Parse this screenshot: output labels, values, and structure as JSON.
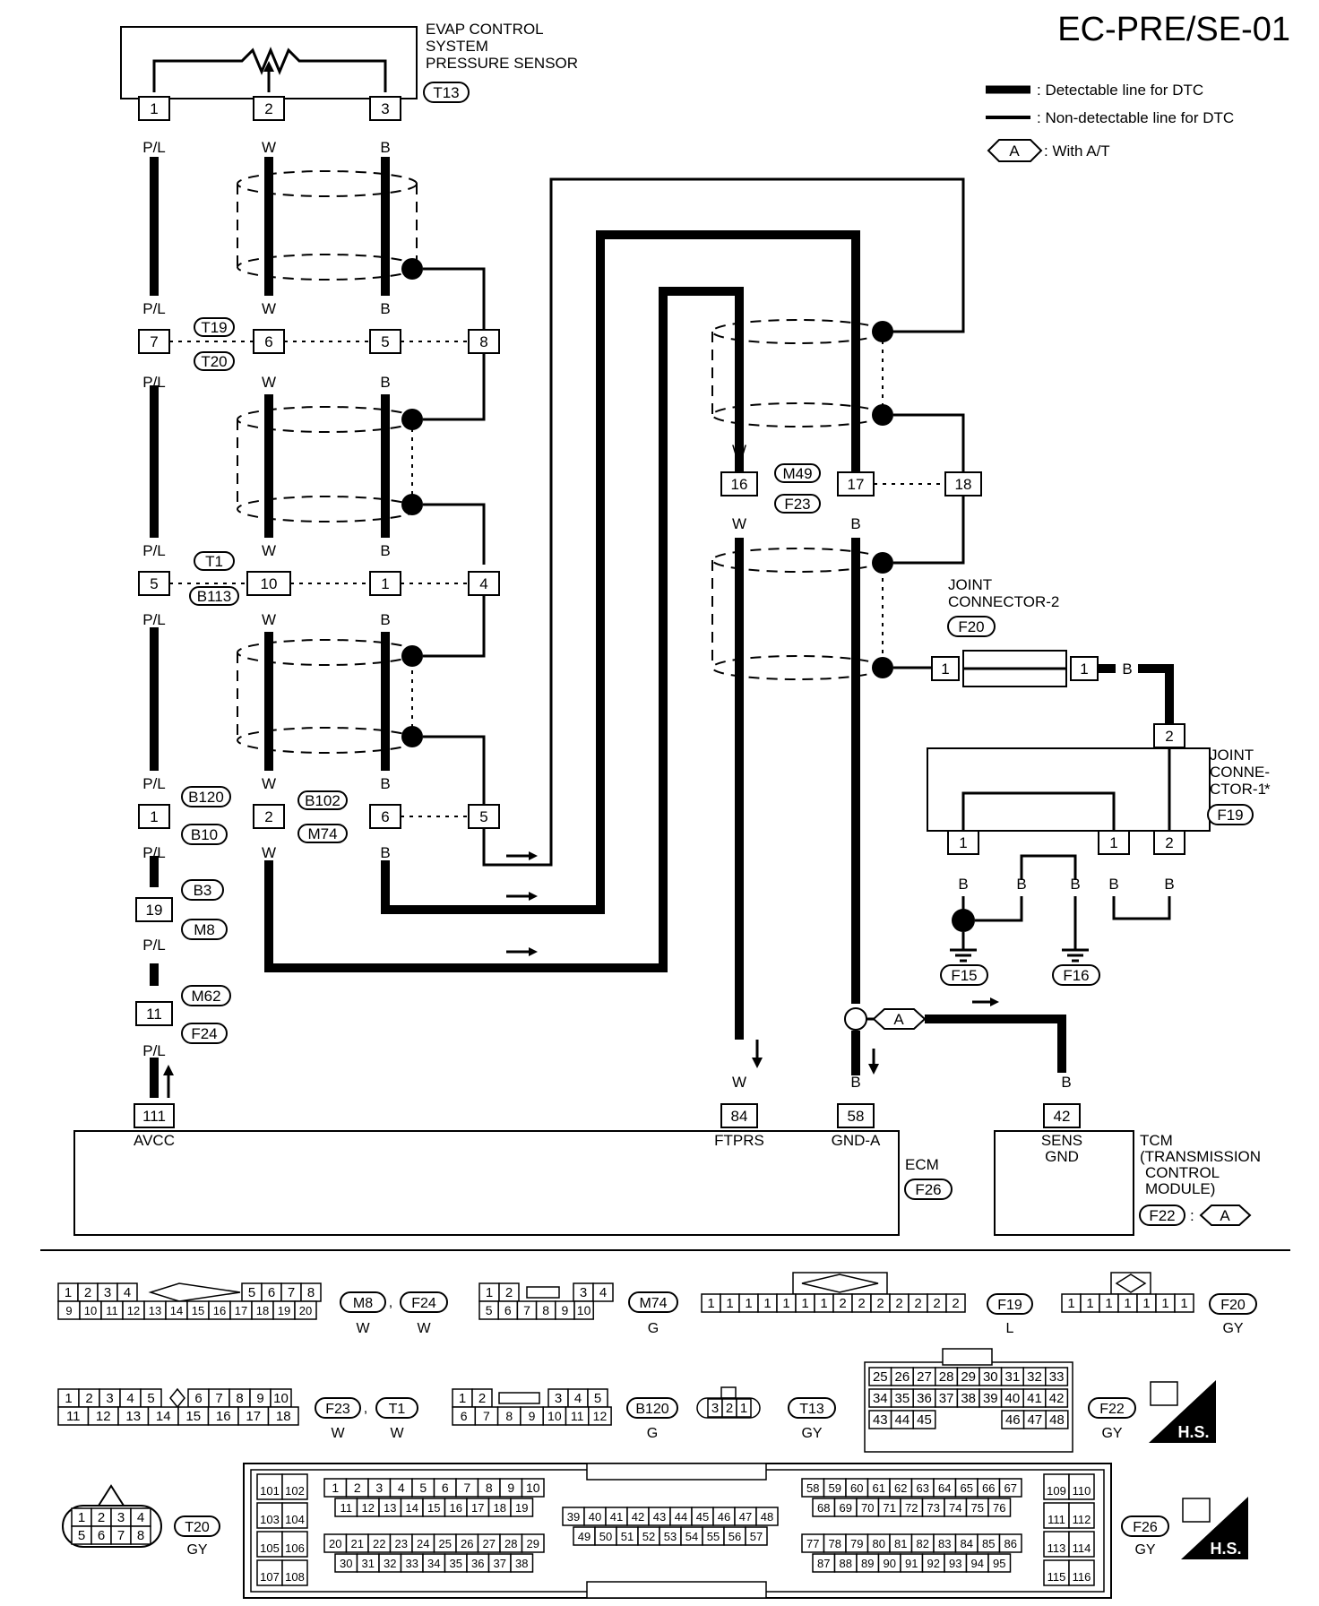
{
  "title": "EC-PRE/SE-01",
  "legend": {
    "detectable": ": Detectable line for DTC",
    "non_detectable": ": Non-detectable line for DTC",
    "with_at_symbol": "A",
    "with_at": ": With A/T"
  },
  "evap_sensor": {
    "name_line1": "EVAP CONTROL",
    "name_line2": "SYSTEM",
    "name_line3": "PRESSURE SENSOR",
    "connector": "T13",
    "pins": [
      "1",
      "2",
      "3"
    ]
  },
  "wire_colors": {
    "pl": "P/L",
    "w": "W",
    "b": "B"
  },
  "connectors": {
    "t19": "T19",
    "t20": "T20",
    "t1": "T1",
    "b113": "B113",
    "b120": "B120",
    "b10": "B10",
    "b3": "B3",
    "m8": "M8",
    "m62": "M62",
    "f24": "F24",
    "b102": "B102",
    "m74": "M74",
    "m49": "M49",
    "f23": "F23",
    "f20": "F20",
    "f19": "F19",
    "f15": "F15",
    "f16": "F16",
    "f26": "F26",
    "f22": "F22",
    "a_mark": "A"
  },
  "pins": {
    "p7": "7",
    "p6": "6",
    "p5": "5",
    "p8": "8",
    "p10": "10",
    "p1": "1",
    "p4": "4",
    "p2": "2",
    "p19": "19",
    "p11": "11",
    "p16": "16",
    "p17": "17",
    "p18": "18",
    "p111": "111",
    "p84": "84",
    "p58": "58",
    "p42": "42"
  },
  "joint2": {
    "line1": "JOINT",
    "line2": "CONNECTOR-2"
  },
  "joint1": {
    "line1": "JOINT",
    "line2": "CONNE-",
    "line3": "CTOR-1",
    "star": "*"
  },
  "ecm": {
    "name": "ECM",
    "avcc": "AVCC",
    "ftprs": "FTPRS",
    "gnda": "GND-A"
  },
  "tcm": {
    "sens1": "SENS",
    "sens2": "GND",
    "line1": "TCM",
    "line2": "(TRANSMISSION",
    "line3": "CONTROL",
    "line4": "MODULE)",
    "colon": ":"
  },
  "bottom": {
    "m8_f24": {
      "name1": "M8",
      "name2": "F24",
      "comma": ",",
      "color1": "W",
      "color2": "W",
      "row1a": [
        "1",
        "2",
        "3",
        "4"
      ],
      "row1b": [
        "5",
        "6",
        "7",
        "8"
      ],
      "row2": [
        "9",
        "10",
        "11",
        "12",
        "13",
        "14",
        "15",
        "16",
        "17",
        "18",
        "19",
        "20"
      ]
    },
    "m74": {
      "name": "M74",
      "color": "G",
      "row1a": [
        "1",
        "2"
      ],
      "row1b": [
        "3",
        "4"
      ],
      "row2": [
        "5",
        "6",
        "7",
        "8",
        "9",
        "10"
      ]
    },
    "f19": {
      "name": "F19",
      "color": "L",
      "cells": [
        "1",
        "1",
        "1",
        "1",
        "1",
        "1",
        "1",
        "2",
        "2",
        "2",
        "2",
        "2",
        "2",
        "2"
      ]
    },
    "f20": {
      "name": "F20",
      "color": "GY",
      "cells": [
        "1",
        "1",
        "1",
        "1",
        "1",
        "1",
        "1"
      ]
    },
    "f23_t1": {
      "name1": "F23",
      "name2": "T1",
      "comma": ",",
      "color1": "W",
      "color2": "W",
      "row1a": [
        "1",
        "2",
        "3",
        "4",
        "5"
      ],
      "row1b": [
        "6",
        "7",
        "8",
        "9",
        "10"
      ],
      "row2": [
        "11",
        "12",
        "13",
        "14",
        "15",
        "16",
        "17",
        "18"
      ]
    },
    "b120": {
      "name": "B120",
      "color": "G",
      "row1a": [
        "1",
        "2"
      ],
      "row1b": [
        "3",
        "4",
        "5"
      ],
      "row2": [
        "6",
        "7",
        "8",
        "9",
        "10",
        "11",
        "12"
      ]
    },
    "t13": {
      "name": "T13",
      "color": "GY",
      "cells": [
        "3",
        "2",
        "1"
      ]
    },
    "f22": {
      "name": "F22",
      "color": "GY",
      "row1": [
        "25",
        "26",
        "27",
        "28",
        "29",
        "30",
        "31",
        "32",
        "33"
      ],
      "row2": [
        "34",
        "35",
        "36",
        "37",
        "38",
        "39",
        "40",
        "41",
        "42"
      ],
      "row3a": [
        "43",
        "44",
        "45"
      ],
      "row3b": [
        "46",
        "47",
        "48"
      ],
      "hs": "H.S."
    },
    "t20": {
      "name": "T20",
      "color": "GY",
      "row1": [
        "1",
        "2",
        "3",
        "4"
      ],
      "row2": [
        "5",
        "6",
        "7",
        "8"
      ]
    },
    "f26": {
      "name": "F26",
      "color": "GY",
      "hs": "H.S.",
      "left": [
        [
          "101",
          "102"
        ],
        [
          "103",
          "104"
        ],
        [
          "105",
          "106"
        ],
        [
          "107",
          "108"
        ]
      ],
      "g1r1": [
        "1",
        "2",
        "3",
        "4",
        "5",
        "6",
        "7",
        "8",
        "9",
        "10"
      ],
      "g1r2": [
        "11",
        "12",
        "13",
        "14",
        "15",
        "16",
        "17",
        "18",
        "19"
      ],
      "g2r1": [
        "39",
        "40",
        "41",
        "42",
        "43",
        "44",
        "45",
        "46",
        "47",
        "48"
      ],
      "g2r2": [
        "49",
        "50",
        "51",
        "52",
        "53",
        "54",
        "55",
        "56",
        "57"
      ],
      "g3r1": [
        "20",
        "21",
        "22",
        "23",
        "24",
        "25",
        "26",
        "27",
        "28",
        "29"
      ],
      "g3r2": [
        "30",
        "31",
        "32",
        "33",
        "34",
        "35",
        "36",
        "37",
        "38"
      ],
      "g4r1": [
        "58",
        "59",
        "60",
        "61",
        "62",
        "63",
        "64",
        "65",
        "66",
        "67"
      ],
      "g4r2": [
        "68",
        "69",
        "70",
        "71",
        "72",
        "73",
        "74",
        "75",
        "76"
      ],
      "g5r1": [
        "77",
        "78",
        "79",
        "80",
        "81",
        "82",
        "83",
        "84",
        "85",
        "86"
      ],
      "g5r2": [
        "87",
        "88",
        "89",
        "90",
        "91",
        "92",
        "93",
        "94",
        "95"
      ],
      "right": [
        [
          "109",
          "110"
        ],
        [
          "111",
          "112"
        ],
        [
          "113",
          "114"
        ],
        [
          "115",
          "116"
        ]
      ]
    }
  }
}
